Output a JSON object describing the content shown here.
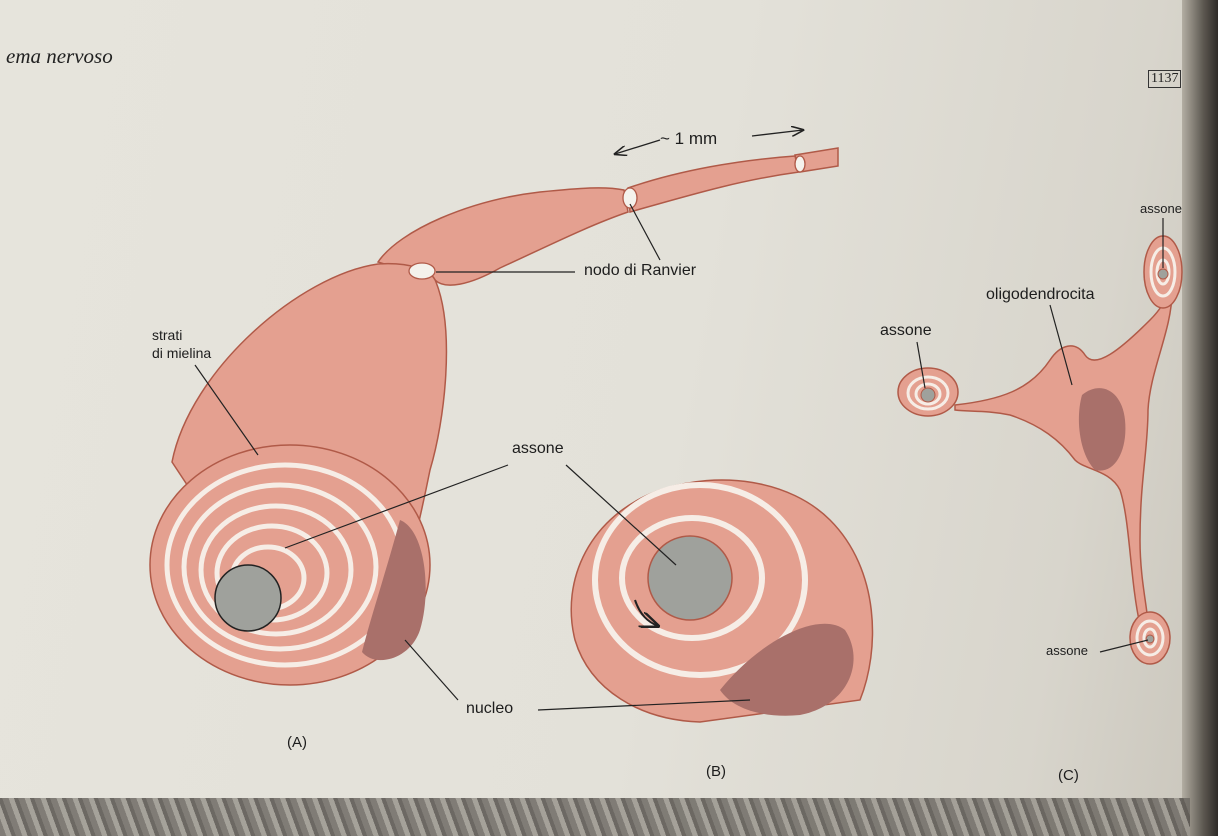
{
  "header": {
    "running_head": "ema nervoso",
    "page_number": "1137"
  },
  "figure": {
    "length_scale": "~ 1 mm",
    "node_label": "nodo di Ranvier",
    "panel_a": {
      "myelin_label_line1": "strati",
      "myelin_label_line2": "di mielina",
      "panel_label": "(A)"
    },
    "panel_b": {
      "axon_label": "assone",
      "nucleus_label": "nucleo",
      "panel_label": "(B)"
    },
    "panel_c": {
      "axon_label_top": "assone",
      "axon_label_left": "assone",
      "axon_label_bottom": "assone",
      "cell_label": "oligodendrocita",
      "panel_label": "(C)"
    }
  },
  "colors": {
    "myelin": "#e4a090",
    "myelin_outline": "#b05a48",
    "axon": "#9fa19c",
    "nucleus": "#a9706a",
    "page": "#e4e2da"
  }
}
